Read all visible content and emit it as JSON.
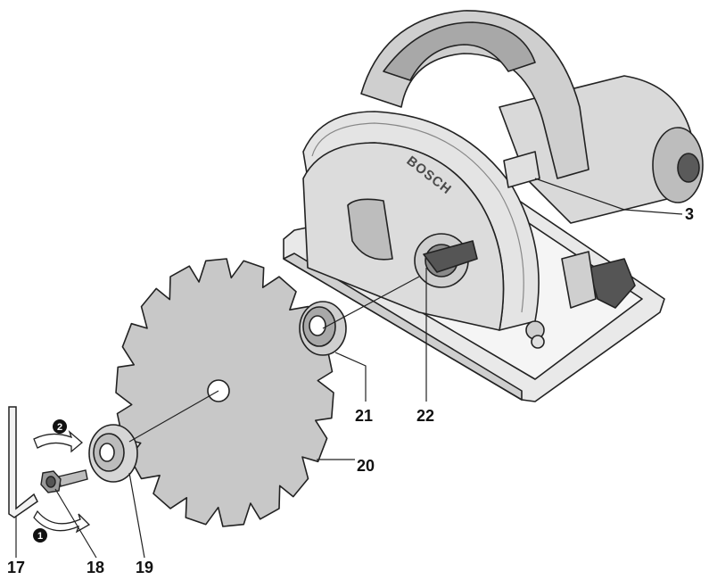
{
  "brand_text": "BOSCH",
  "steps": {
    "first": "1",
    "second": "2"
  },
  "callouts": {
    "allen_key": "17",
    "clamping_screw": "18",
    "clamping_flange": "19",
    "saw_blade": "20",
    "mounting_flange": "21",
    "spindle_lock_button": "22",
    "guard_lever": "3"
  },
  "colors": {
    "line": "#222222",
    "saw_body": "#e6e6e6",
    "saw_shadow": "#b9b9b9",
    "blade": "#c8c8c8",
    "flange": "#d2d2d2",
    "dark_part": "#6e6e6e"
  }
}
